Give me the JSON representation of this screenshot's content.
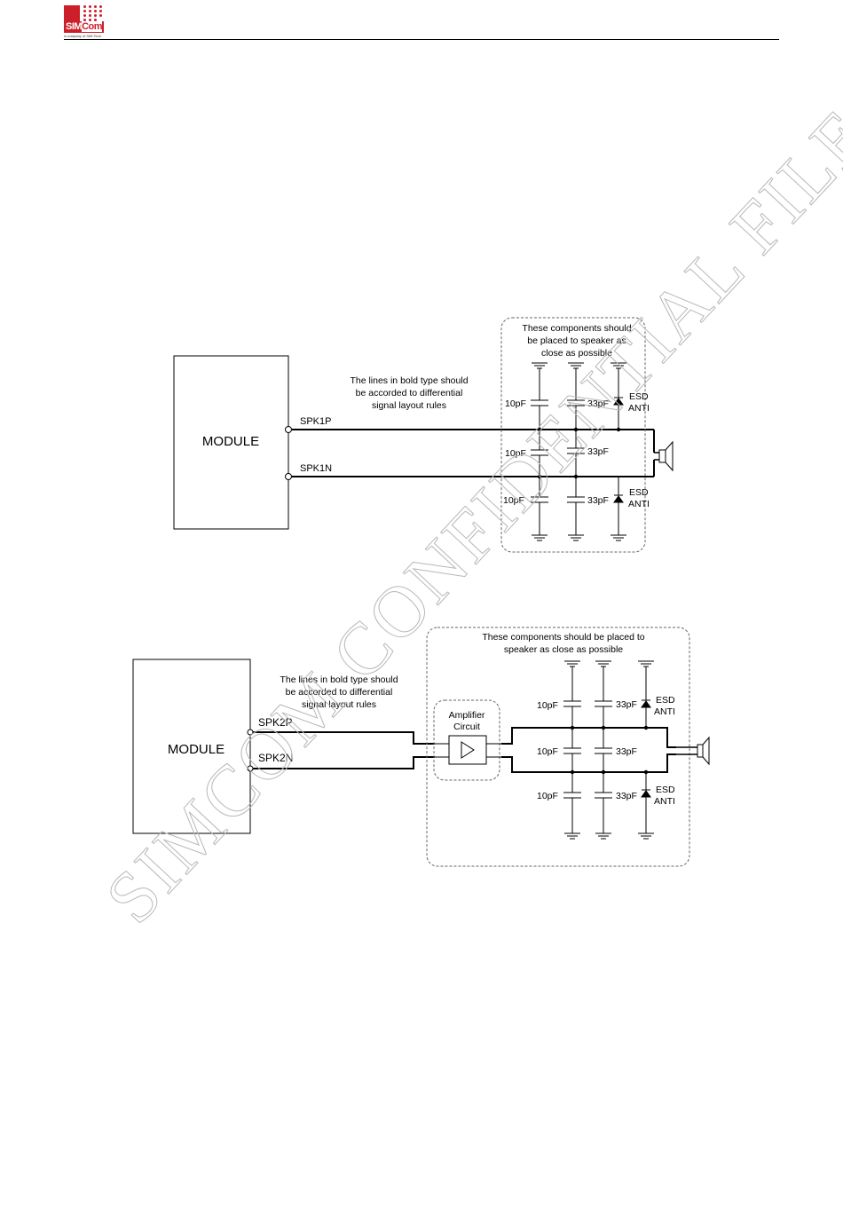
{
  "header": {
    "logo_text_sim": "SIM",
    "logo_text_com": "Com",
    "logo_tagline": "A company of SIM Tech"
  },
  "diagram1": {
    "module_label": "MODULE",
    "net_p": "SPK1P",
    "net_n": "SPK1N",
    "bold_note_lines": [
      "The lines in bold type should",
      "be accorded to differential",
      "signal layout rules"
    ],
    "box_note_lines": [
      "These components should",
      "be placed to speaker as",
      "close as possible"
    ],
    "cap_small": "10pF",
    "cap_large": "33pF",
    "esd_lines": [
      "ESD",
      "ANTI"
    ]
  },
  "diagram2": {
    "module_label": "MODULE",
    "net_p": "SPK2P",
    "net_n": "SPK2N",
    "bold_note_lines": [
      "The lines in bold type should",
      "be accorded to differential",
      "signal layout rules"
    ],
    "box_note_lines": [
      "These components should be placed to",
      "speaker as close as possible"
    ],
    "amp_lines": [
      "Amplifier",
      "Circuit"
    ],
    "cap_small": "10pF",
    "cap_large": "33pF",
    "esd_lines": [
      "ESD",
      "ANTI"
    ]
  },
  "watermark": {
    "text": "SIMCOM CONFIDENTIAL FILE",
    "color": "#d6d6d6"
  }
}
